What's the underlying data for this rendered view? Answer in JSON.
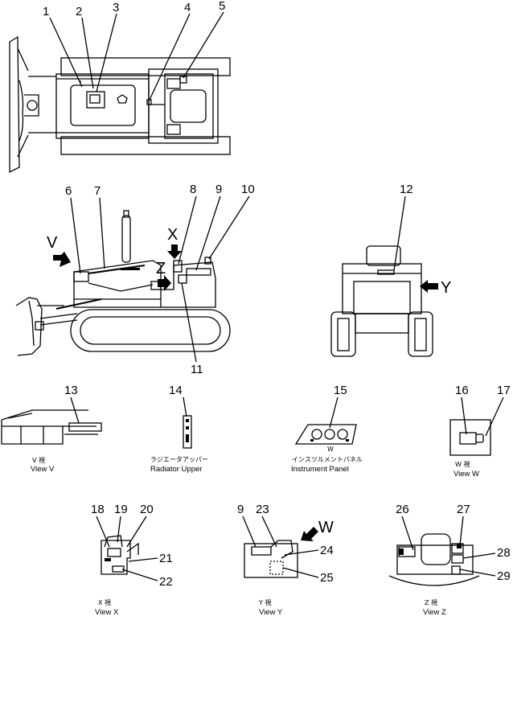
{
  "callouts": {
    "n1": "1",
    "n2": "2",
    "n3": "3",
    "n4": "4",
    "n5": "5",
    "n6": "6",
    "n7": "7",
    "n8": "8",
    "n9": "9",
    "n10": "10",
    "n11": "11",
    "n12": "12",
    "n13": "13",
    "n14": "14",
    "n15": "15",
    "n16": "16",
    "n17": "17",
    "n18": "18",
    "n19": "19",
    "n20": "20",
    "n21": "21",
    "n22": "22",
    "n23": "23",
    "n24": "24",
    "n25": "25",
    "n26": "26",
    "n27": "27",
    "n28": "28",
    "n29": "29",
    "n9b": "9"
  },
  "view_arrows": {
    "v": "V",
    "x": "X",
    "z": "Z",
    "y": "Y",
    "w": "W"
  },
  "captions": {
    "view_v_jp": "V  視",
    "view_v": "View V",
    "radiator_jp": "ラジエータアッパー",
    "radiator": "Radiator Upper",
    "panel_jp": "インスツルメントパネル",
    "panel": "Instrument Panel",
    "panel_mark": "W",
    "view_w_jp": "W  視",
    "view_w": "View W",
    "view_x_jp": "X  視",
    "view_x": "View X",
    "view_y_jp": "Y  視",
    "view_y": "View Y",
    "view_z_jp": "Z  視",
    "view_z": "View Z"
  }
}
